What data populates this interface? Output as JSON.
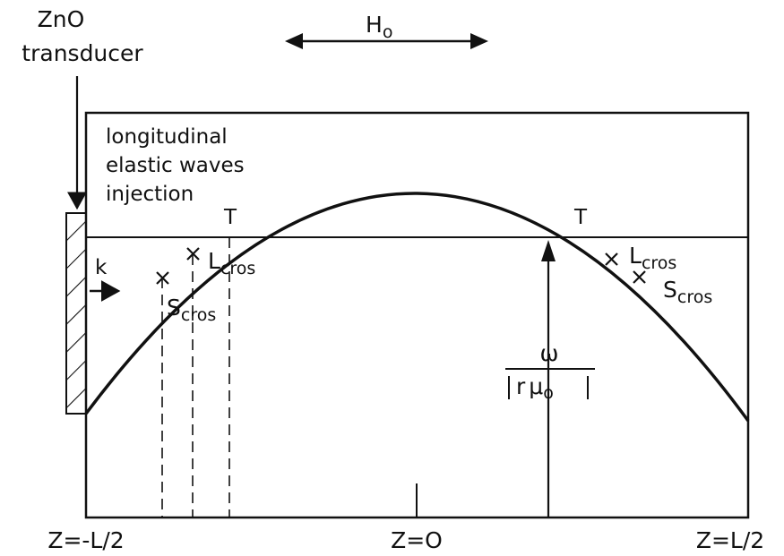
{
  "transducer": {
    "line1": "ZnO",
    "line2": "transducer"
  },
  "field": {
    "label": "H",
    "subscript": "o"
  },
  "injection": {
    "line1": "longitudinal",
    "line2": "elastic waves",
    "line3": "injection"
  },
  "wavevector": "k",
  "turning_points": [
    "T",
    "T"
  ],
  "crossings": {
    "left_L": {
      "main": "L",
      "sub": "cros"
    },
    "left_S": {
      "main": "S",
      "sub": "cros"
    },
    "right_L": {
      "main": "L",
      "sub": "cros"
    },
    "right_S": {
      "main": "S",
      "sub": "cros"
    }
  },
  "frequency_ratio": {
    "numerator": "ω",
    "denominator_r": "r",
    "denominator_mu": "μ",
    "denominator_sub": "o"
  },
  "axis_ticks": [
    "Z=-L/2",
    "Z=O",
    "Z=L/2"
  ]
}
